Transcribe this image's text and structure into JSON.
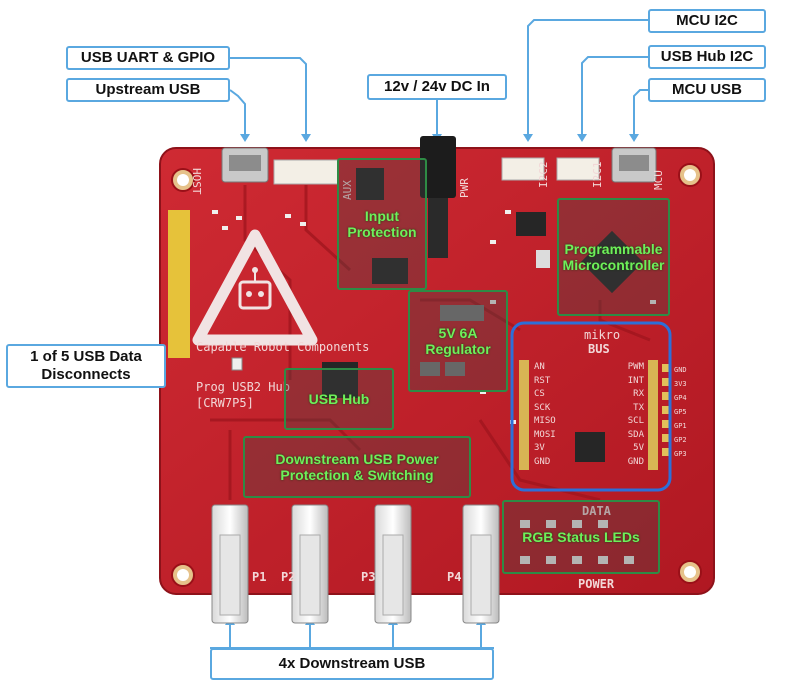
{
  "callouts": {
    "usb_uart_gpio": "USB UART & GPIO",
    "upstream_usb": "Upstream USB",
    "dc_in": "12v / 24v DC In",
    "mcu_i2c": "MCU I2C",
    "usb_hub_i2c": "USB Hub I2C",
    "mcu_usb": "MCU USB",
    "usb_data_disconnects": "1 of 5 USB Data Disconnects",
    "downstream_usb": "4x Downstream USB"
  },
  "zones": {
    "input_protection": "Input Protection",
    "programmable_mcu": "Programmable Microcontroller",
    "regulator": "5V 6A Regulator",
    "usb_hub": "USB Hub",
    "downstream_protection": "Downstream USB Power Protection & Switching",
    "rgb_leds": "RGB Status LEDs"
  },
  "silkscreen": {
    "company": "Capable Robot Components",
    "product": "Prog USB2 Hub",
    "code": "[CRW7P5]",
    "host": "HOST",
    "aux": "AUX",
    "pwr": "PWR",
    "i2c2": "I2C2",
    "i2c1": "I2C1",
    "mcu": "MCU",
    "power": "POWER",
    "data": "DATA",
    "mikro": "mikro",
    "bus": "BUS",
    "port_labels": [
      "P1",
      "P2",
      "P3",
      "P4"
    ],
    "mikrobus_left": [
      "AN",
      "RST",
      "CS",
      "SCK",
      "MISO",
      "MOSI",
      "3V",
      "GND"
    ],
    "mikrobus_right": [
      "PWM",
      "INT",
      "RX",
      "TX",
      "SCL",
      "SDA",
      "5V",
      "GND"
    ],
    "gpio_labels": [
      "GND",
      "3V3",
      "GP4",
      "GP5",
      "GP1",
      "GP2",
      "GP3"
    ]
  },
  "colors": {
    "pcb": "#c4202a",
    "callout_border": "#5aa8e0",
    "zone_border": "#2e8b45",
    "zone_text": "#6ef05a",
    "mikrobus_border": "#2d6fd8"
  }
}
